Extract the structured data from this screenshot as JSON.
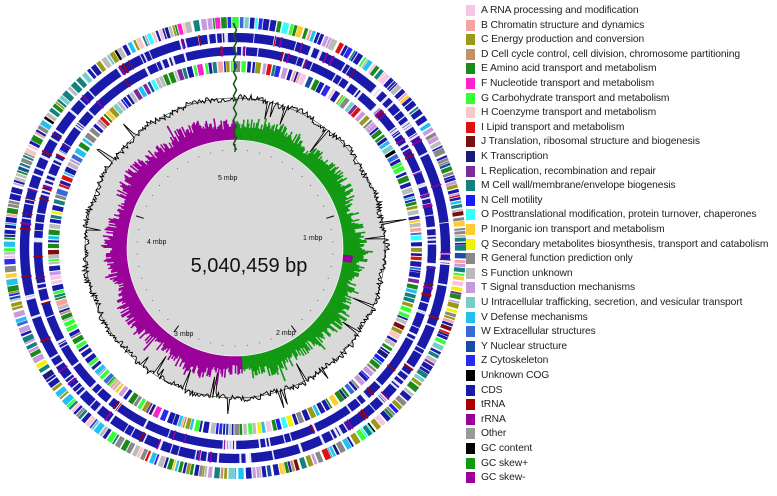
{
  "genome": {
    "size_label": "5,040,459 bp",
    "tick_labels": [
      "1 mbp",
      "2 mbp",
      "3 mbp",
      "4 mbp",
      "5 mbp"
    ]
  },
  "legend": {
    "items": [
      {
        "label": "A RNA processing and modification",
        "color": "#f7c6e6"
      },
      {
        "label": "B Chromatin structure and dynamics",
        "color": "#f5a3a3"
      },
      {
        "label": "C Energy production and conversion",
        "color": "#9a9a1a"
      },
      {
        "label": "D Cell cycle control, cell division, chromosome partitioning",
        "color": "#c49066"
      },
      {
        "label": "E Amino acid transport and metabolism",
        "color": "#1a8a1a"
      },
      {
        "label": "F Nucleotide transport and metabolism",
        "color": "#ff22cc"
      },
      {
        "label": "G Carbohydrate transport and metabolism",
        "color": "#33ff33"
      },
      {
        "label": "H Coenzyme transport and metabolism",
        "color": "#f7c8c8"
      },
      {
        "label": "I Lipid transport and metabolism",
        "color": "#e01010"
      },
      {
        "label": "J Translation, ribosomal structure and biogenesis",
        "color": "#7a0f0f"
      },
      {
        "label": "K Transcription",
        "color": "#1a1a7a"
      },
      {
        "label": "L Replication, recombination and repair",
        "color": "#7a2a9a"
      },
      {
        "label": "M Cell wall/membrane/envelope biogenesis",
        "color": "#148080"
      },
      {
        "label": "N Cell motility",
        "color": "#1a1aff"
      },
      {
        "label": "O Posttranslational modification, protein turnover, chaperones",
        "color": "#33ffff"
      },
      {
        "label": "P Inorganic ion transport and metabolism",
        "color": "#ffcc33"
      },
      {
        "label": "Q Secondary metabolites biosynthesis, transport and catabolism",
        "color": "#f2f200"
      },
      {
        "label": "R General function prediction only",
        "color": "#888888"
      },
      {
        "label": "S Function unknown",
        "color": "#bbbbbb"
      },
      {
        "label": "T Signal transduction mechanisms",
        "color": "#c79ae0"
      },
      {
        "label": "U Intracellular trafficking, secretion, and vesicular transport",
        "color": "#77cccc"
      },
      {
        "label": "V Defense mechanisms",
        "color": "#22c0f0"
      },
      {
        "label": "W Extracellular structures",
        "color": "#3a6ad8"
      },
      {
        "label": "Y Nuclear structure",
        "color": "#1a4aaa"
      },
      {
        "label": "Z Cytoskeleton",
        "color": "#2a2aee"
      },
      {
        "label": "Unknown COG",
        "color": "#000000"
      },
      {
        "label": "CDS",
        "color": "#1a1aaa"
      },
      {
        "label": "tRNA",
        "color": "#aa0000"
      },
      {
        "label": "rRNA",
        "color": "#990099"
      },
      {
        "label": "Other",
        "color": "#999999"
      },
      {
        "label": "GC content",
        "color": "#000000"
      },
      {
        "label": "GC skew+",
        "color": "#119911"
      },
      {
        "label": "GC skew-",
        "color": "#990099"
      }
    ]
  }
}
